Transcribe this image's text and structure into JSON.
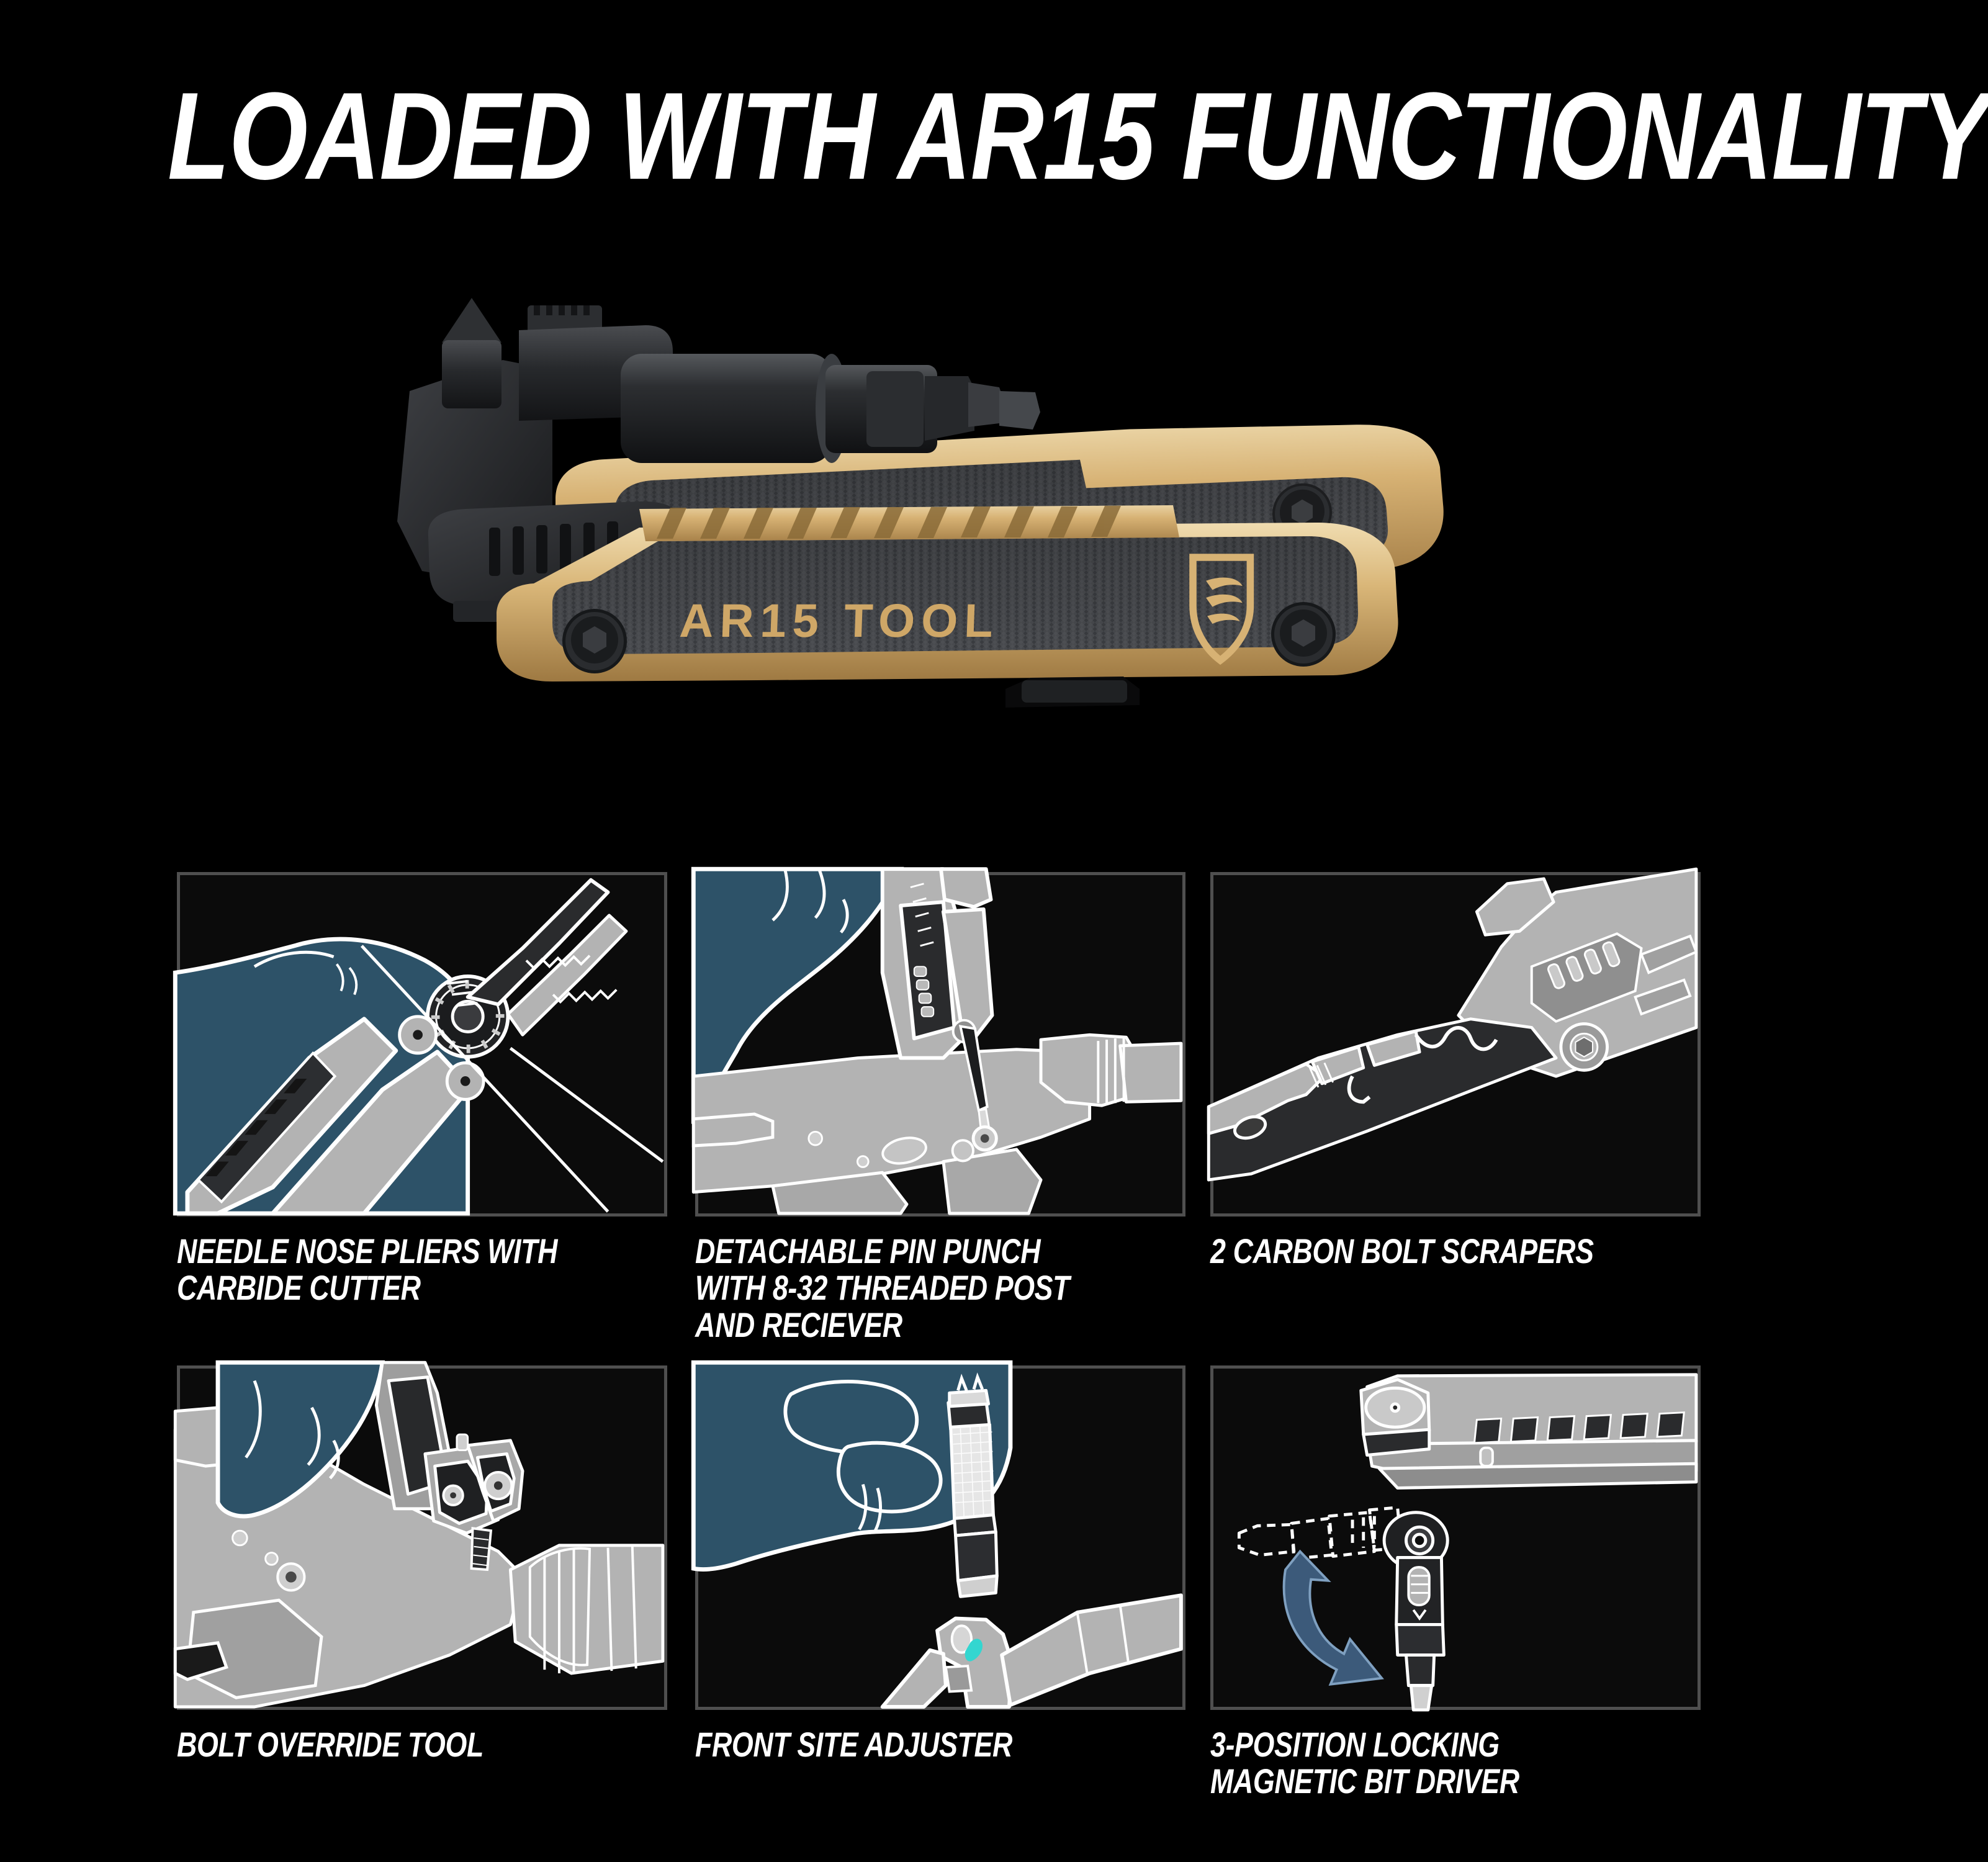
{
  "headline": "LOADED WITH AR15 FUNCTIONALITY",
  "product": {
    "engraving": "AR15 TOOL",
    "logo_name": "shield-logo",
    "colors": {
      "tan": "#d4ab6a",
      "tan_light": "#e8cf9a",
      "tan_dark": "#9c7a40",
      "scale_dark": "#4a4c4f",
      "scale_darker": "#35373a",
      "black": "#1a1a1c",
      "black_soft": "#2a2b2e"
    }
  },
  "theme": {
    "background": "#000000",
    "panel_background": "#0c0c0c",
    "panel_border": "#4f4f4f",
    "line_art_stroke": "#ffffff",
    "line_art_fill": "#b3b3b3",
    "line_art_fill_dark": "#3a3a3c",
    "hand_blue": "#2d5268",
    "arrow_blue": "#3c5a7a",
    "accent_cyan": "#33d6d0",
    "text": "#ffffff"
  },
  "features": [
    {
      "id": "needle-nose-pliers",
      "caption": "NEEDLE NOSE PLIERS WITH\nCARBIDE CUTTER",
      "illustration": "pliers-in-hand",
      "has_hand": true,
      "has_arrow": false
    },
    {
      "id": "detachable-pin-punch",
      "caption": "DETACHABLE PIN PUNCH\nWITH 8-32 THREADED POST\nAND RECIEVER",
      "illustration": "pin-punch-on-lower-receiver",
      "has_hand": true,
      "has_arrow": false
    },
    {
      "id": "carbon-bolt-scrapers",
      "caption": "2 CARBON BOLT SCRAPERS",
      "illustration": "scraper-on-bolt-carrier",
      "has_hand": false,
      "has_arrow": false
    },
    {
      "id": "bolt-override-tool",
      "caption": "BOLT OVERRIDE TOOL",
      "illustration": "override-tool-in-upper-receiver",
      "has_hand": true,
      "has_arrow": false
    },
    {
      "id": "front-site-adjuster",
      "caption": "FRONT SITE ADJUSTER",
      "illustration": "sight-adjuster-over-front-post",
      "has_hand": true,
      "has_arrow": false
    },
    {
      "id": "locking-bit-driver",
      "caption": "3-POSITION LOCKING\nMAGNETIC BIT DRIVER",
      "illustration": "bit-driver-rotating",
      "has_hand": false,
      "has_arrow": true
    }
  ]
}
